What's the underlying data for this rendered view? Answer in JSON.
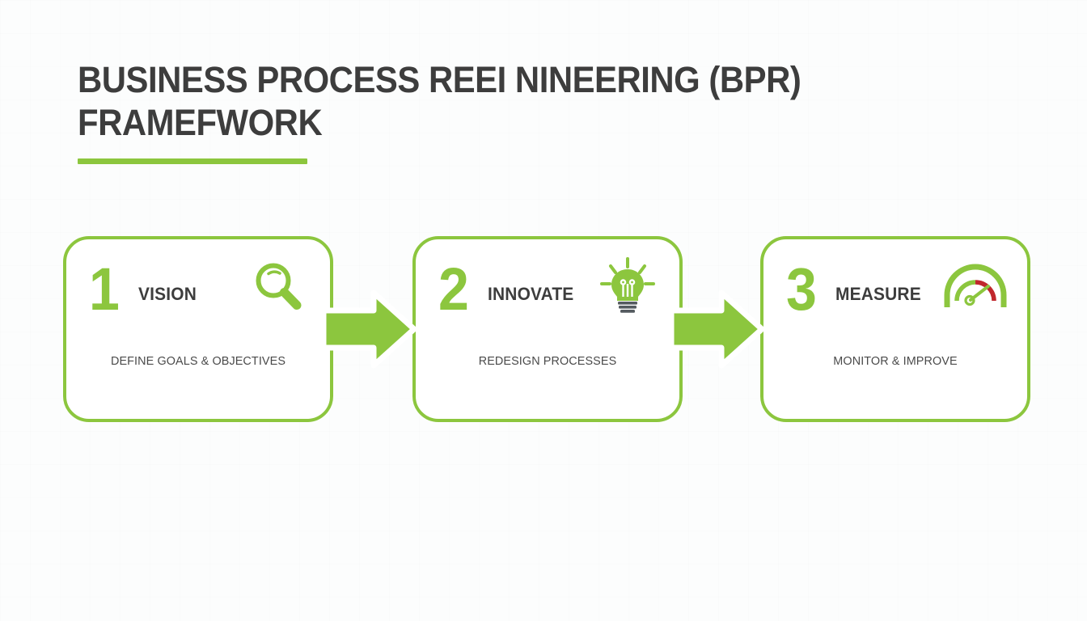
{
  "header": {
    "title_line_1": "BUSINESS PROCESS REEI NINEERING (BPR)",
    "title_line_2": "FRAMEFWORK",
    "accent_color": "#8cc63e",
    "title_color": "#3d3d3d"
  },
  "theme": {
    "background": "#fcfdfd",
    "green": "#8cc63e",
    "dark_gray": "#3d3d3d",
    "body_gray": "#4a4a4a",
    "red": "#c0272d",
    "card_fill": "#ffffff"
  },
  "flow": {
    "steps": [
      {
        "number": "1",
        "label": "VISION",
        "subtitle": "DEFINE GOALS & OBJECTIVES",
        "icon": "magnifying-glass-icon"
      },
      {
        "number": "2",
        "label": "INNOVATE",
        "subtitle": "REDESIGN PROCESSES",
        "icon": "lightbulb-icon"
      },
      {
        "number": "3",
        "label": "MEASURE",
        "subtitle": "MONITOR & IMPROVE",
        "icon": "gauge-icon"
      }
    ],
    "connectors": [
      {
        "icon": "arrow-right-icon"
      },
      {
        "icon": "arrow-right-icon"
      }
    ]
  }
}
